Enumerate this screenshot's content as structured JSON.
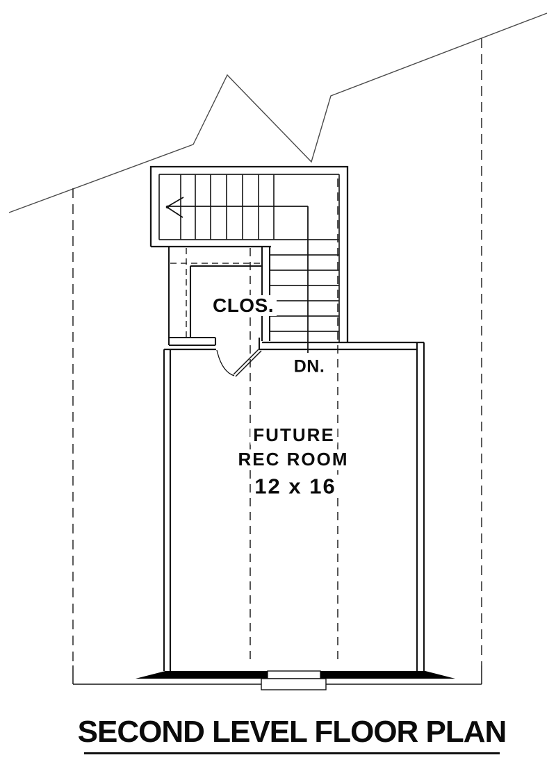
{
  "plan": {
    "labels": {
      "closet": "CLOS.",
      "down": "DN.",
      "room_line1": "FUTURE",
      "room_line2": "REC ROOM",
      "room_dims": "12 x 16"
    },
    "title": "SECOND LEVEL FLOOR PLAN",
    "colors": {
      "wall_line": "#151515",
      "roof_line": "#4a4a4a",
      "solid_fill": "#000000",
      "background": "#ffffff"
    }
  }
}
